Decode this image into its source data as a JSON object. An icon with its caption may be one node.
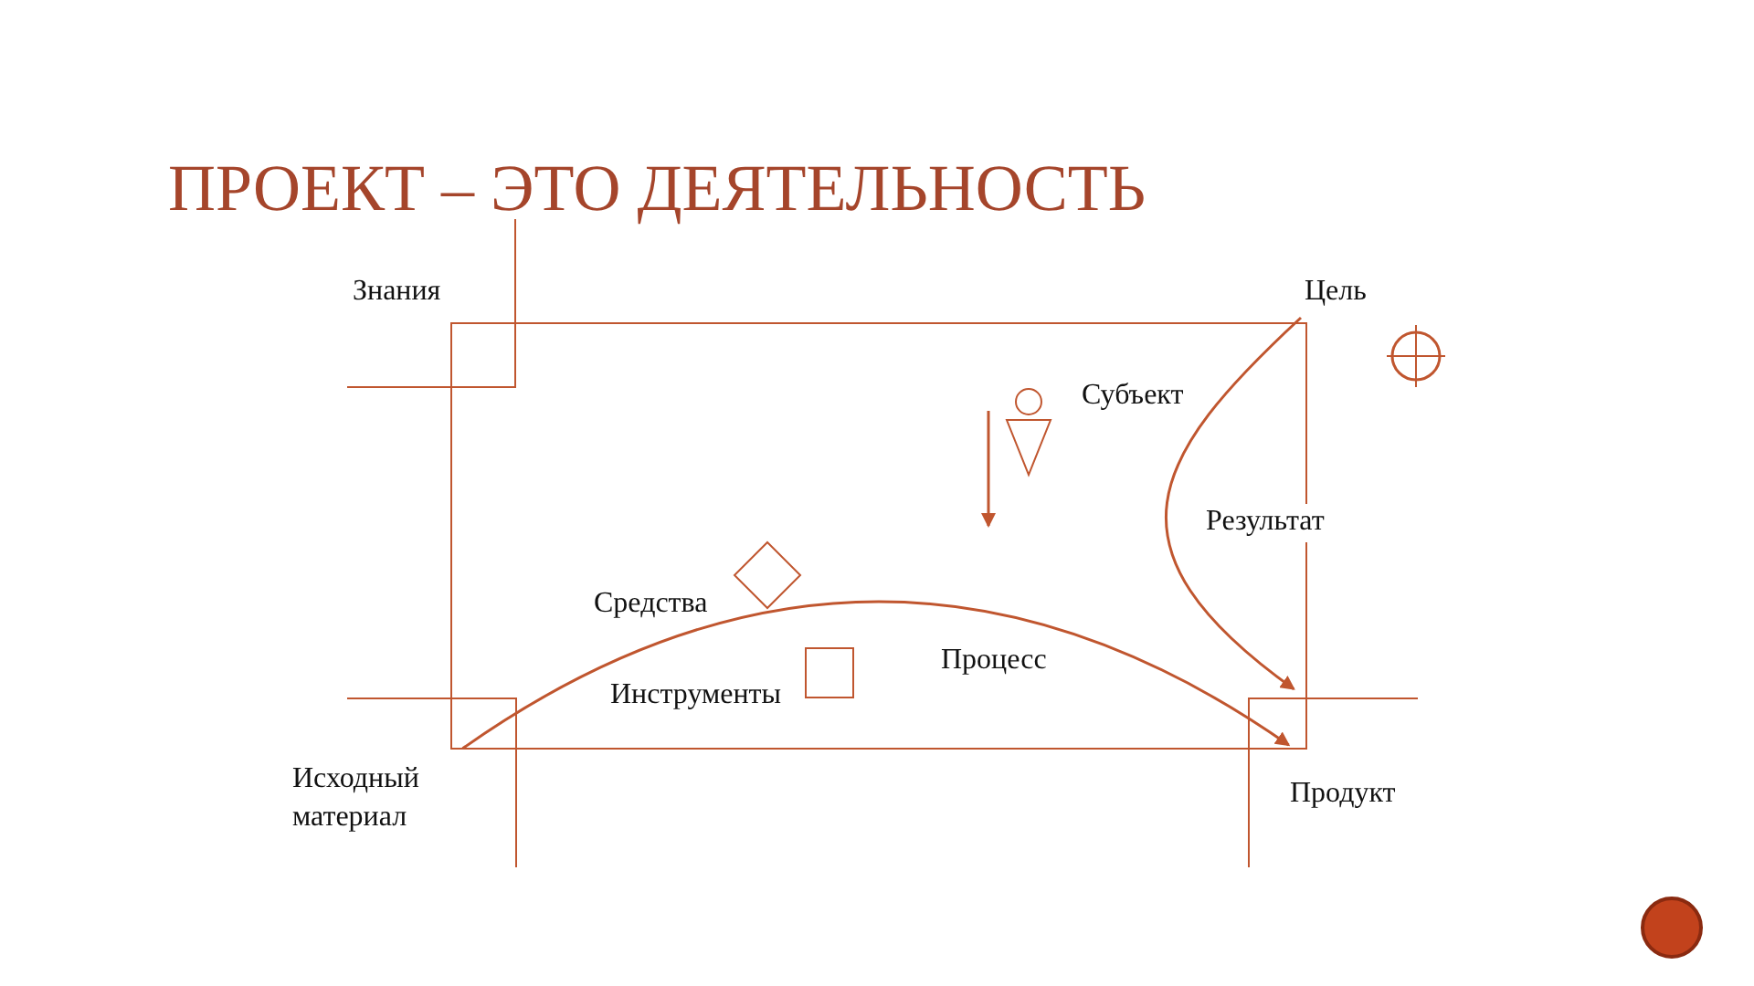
{
  "diagram": {
    "title": "ПРОЕКТ – ЭТО ДЕЯТЕЛЬНОСТЬ",
    "nodes": [
      {
        "text": [
          "Цель"
        ]
      },
      {
        "text": [
          "Исходный материал"
        ]
      },
      {
        "text": [
          "Продукт"
        ]
      }
    ],
    "edges": [
      {
        "from": 1,
        "to": 2,
        "arrow": "to",
        "label": "Процесс"
      },
      {
        "from": 0,
        "to": 2,
        "arrow": "to",
        "label": "Результат"
      }
    ],
    "labels": [
      "Знания",
      "Субъект",
      "Средства",
      "Инструменты"
    ]
  }
}
